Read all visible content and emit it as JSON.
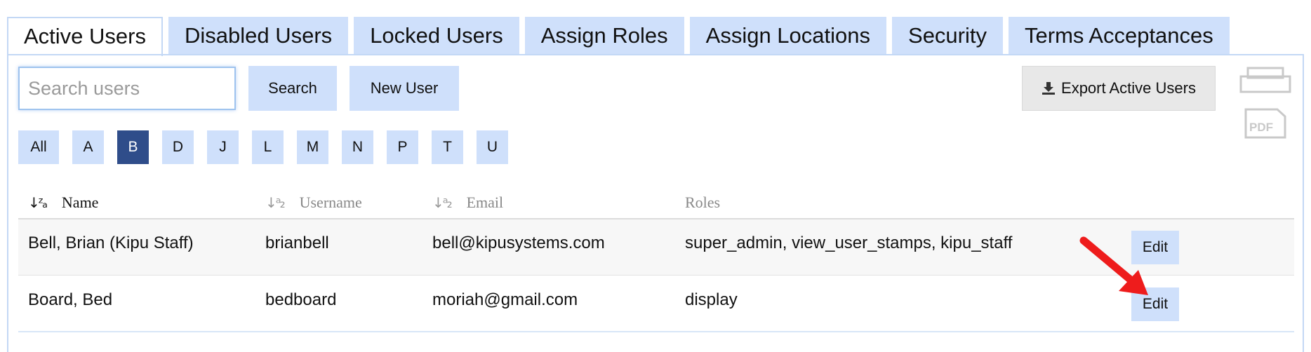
{
  "tabs": [
    {
      "label": "Active Users",
      "active": true
    },
    {
      "label": "Disabled Users",
      "active": false
    },
    {
      "label": "Locked Users",
      "active": false
    },
    {
      "label": "Assign Roles",
      "active": false
    },
    {
      "label": "Assign Locations",
      "active": false
    },
    {
      "label": "Security",
      "active": false
    },
    {
      "label": "Terms Acceptances",
      "active": false
    }
  ],
  "toolbar": {
    "search_placeholder": "Search users",
    "search_value": "",
    "search_label": "Search",
    "new_user_label": "New User",
    "export_label": "Export Active Users",
    "print_icon": "printer-icon",
    "pdf_icon": "pdf-icon",
    "pdf_text": "PDF"
  },
  "letters": {
    "items": [
      "All",
      "A",
      "B",
      "D",
      "J",
      "L",
      "M",
      "N",
      "P",
      "T",
      "U"
    ],
    "selected": "B"
  },
  "table": {
    "columns": [
      "Name",
      "Username",
      "Email",
      "Roles"
    ],
    "sorted_column": "Name",
    "rows": [
      {
        "name": "Bell, Brian (Kipu Staff)",
        "username": "brianbell",
        "email": "bell@kipusystems.com",
        "roles": "super_admin, view_user_stamps, kipu_staff",
        "action": "Edit"
      },
      {
        "name": "Board, Bed",
        "username": "bedboard",
        "email": "moriah@gmail.com",
        "roles": "display",
        "action": "Edit"
      }
    ]
  },
  "colors": {
    "tab_bg": "#cfe0fb",
    "selected_letter_bg": "#2f4d8a",
    "annotation_arrow": "#ee1c1c"
  }
}
